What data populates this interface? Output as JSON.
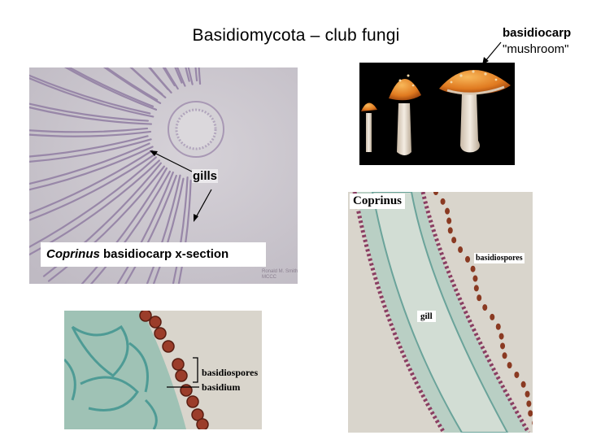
{
  "title": "Basidiomycota – club fungi",
  "labels": {
    "basidiocarp": "basidiocarp",
    "mushroom": "\"mushroom\"",
    "gills": "gills",
    "caption_genus": "Coprinus",
    "caption_rest": " basidiocarp x-section",
    "credit_line1": "Ronald M. Smith",
    "credit_line2": "MCCC",
    "coprinus_tag": "Coprinus",
    "basidiospores_tag": "basidiospores",
    "gill_tag": "gill",
    "basidiospores_label": "basidiospores",
    "basidium_label": "basidium"
  },
  "colors": {
    "micrograph_bg": "#cdc8cf",
    "gill_lines": "#9a8aa8",
    "photo_bg": "#000000",
    "cap_orange": "#e88a2a",
    "stain_green": "#5fa39a",
    "stain_purple": "#7a2c4a",
    "spore_brown": "#8a3a22"
  }
}
